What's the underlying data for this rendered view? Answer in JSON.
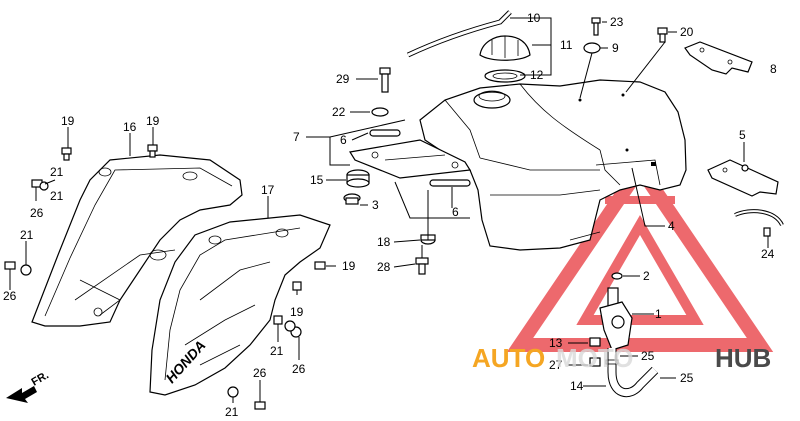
{
  "diagram": {
    "labels": {
      "p1": "1",
      "p2": "2",
      "p3": "3",
      "p4": "4",
      "p5": "5",
      "p6a": "6",
      "p6b": "6",
      "p7": "7",
      "p8": "8",
      "p9": "9",
      "p10": "10",
      "p11": "11",
      "p12": "12",
      "p13": "13",
      "p14": "14",
      "p15": "15",
      "p16": "16",
      "p17": "17",
      "p18": "18",
      "p19a": "19",
      "p19b": "19",
      "p19c": "19",
      "p19d": "19",
      "p20": "20",
      "p21a": "21",
      "p21b": "21",
      "p21c": "21",
      "p21d": "21",
      "p21e": "21",
      "p22": "22",
      "p23": "23",
      "p24": "24",
      "p25a": "25",
      "p25b": "25",
      "p26a": "26",
      "p26b": "26",
      "p26c": "26",
      "p26d": "26",
      "p27": "27",
      "p28": "28",
      "p29": "29"
    },
    "direction_label": "FR.",
    "shroud_logo": "HONDA",
    "watermark": {
      "text_left": "AUTO",
      "text_mid": "MOTO",
      "text_right": "HUB",
      "color_left": "#f5a623",
      "color_mid": "#d9d9d9",
      "color_right": "#4a4a4a",
      "logo_color": "#e8383d"
    }
  }
}
